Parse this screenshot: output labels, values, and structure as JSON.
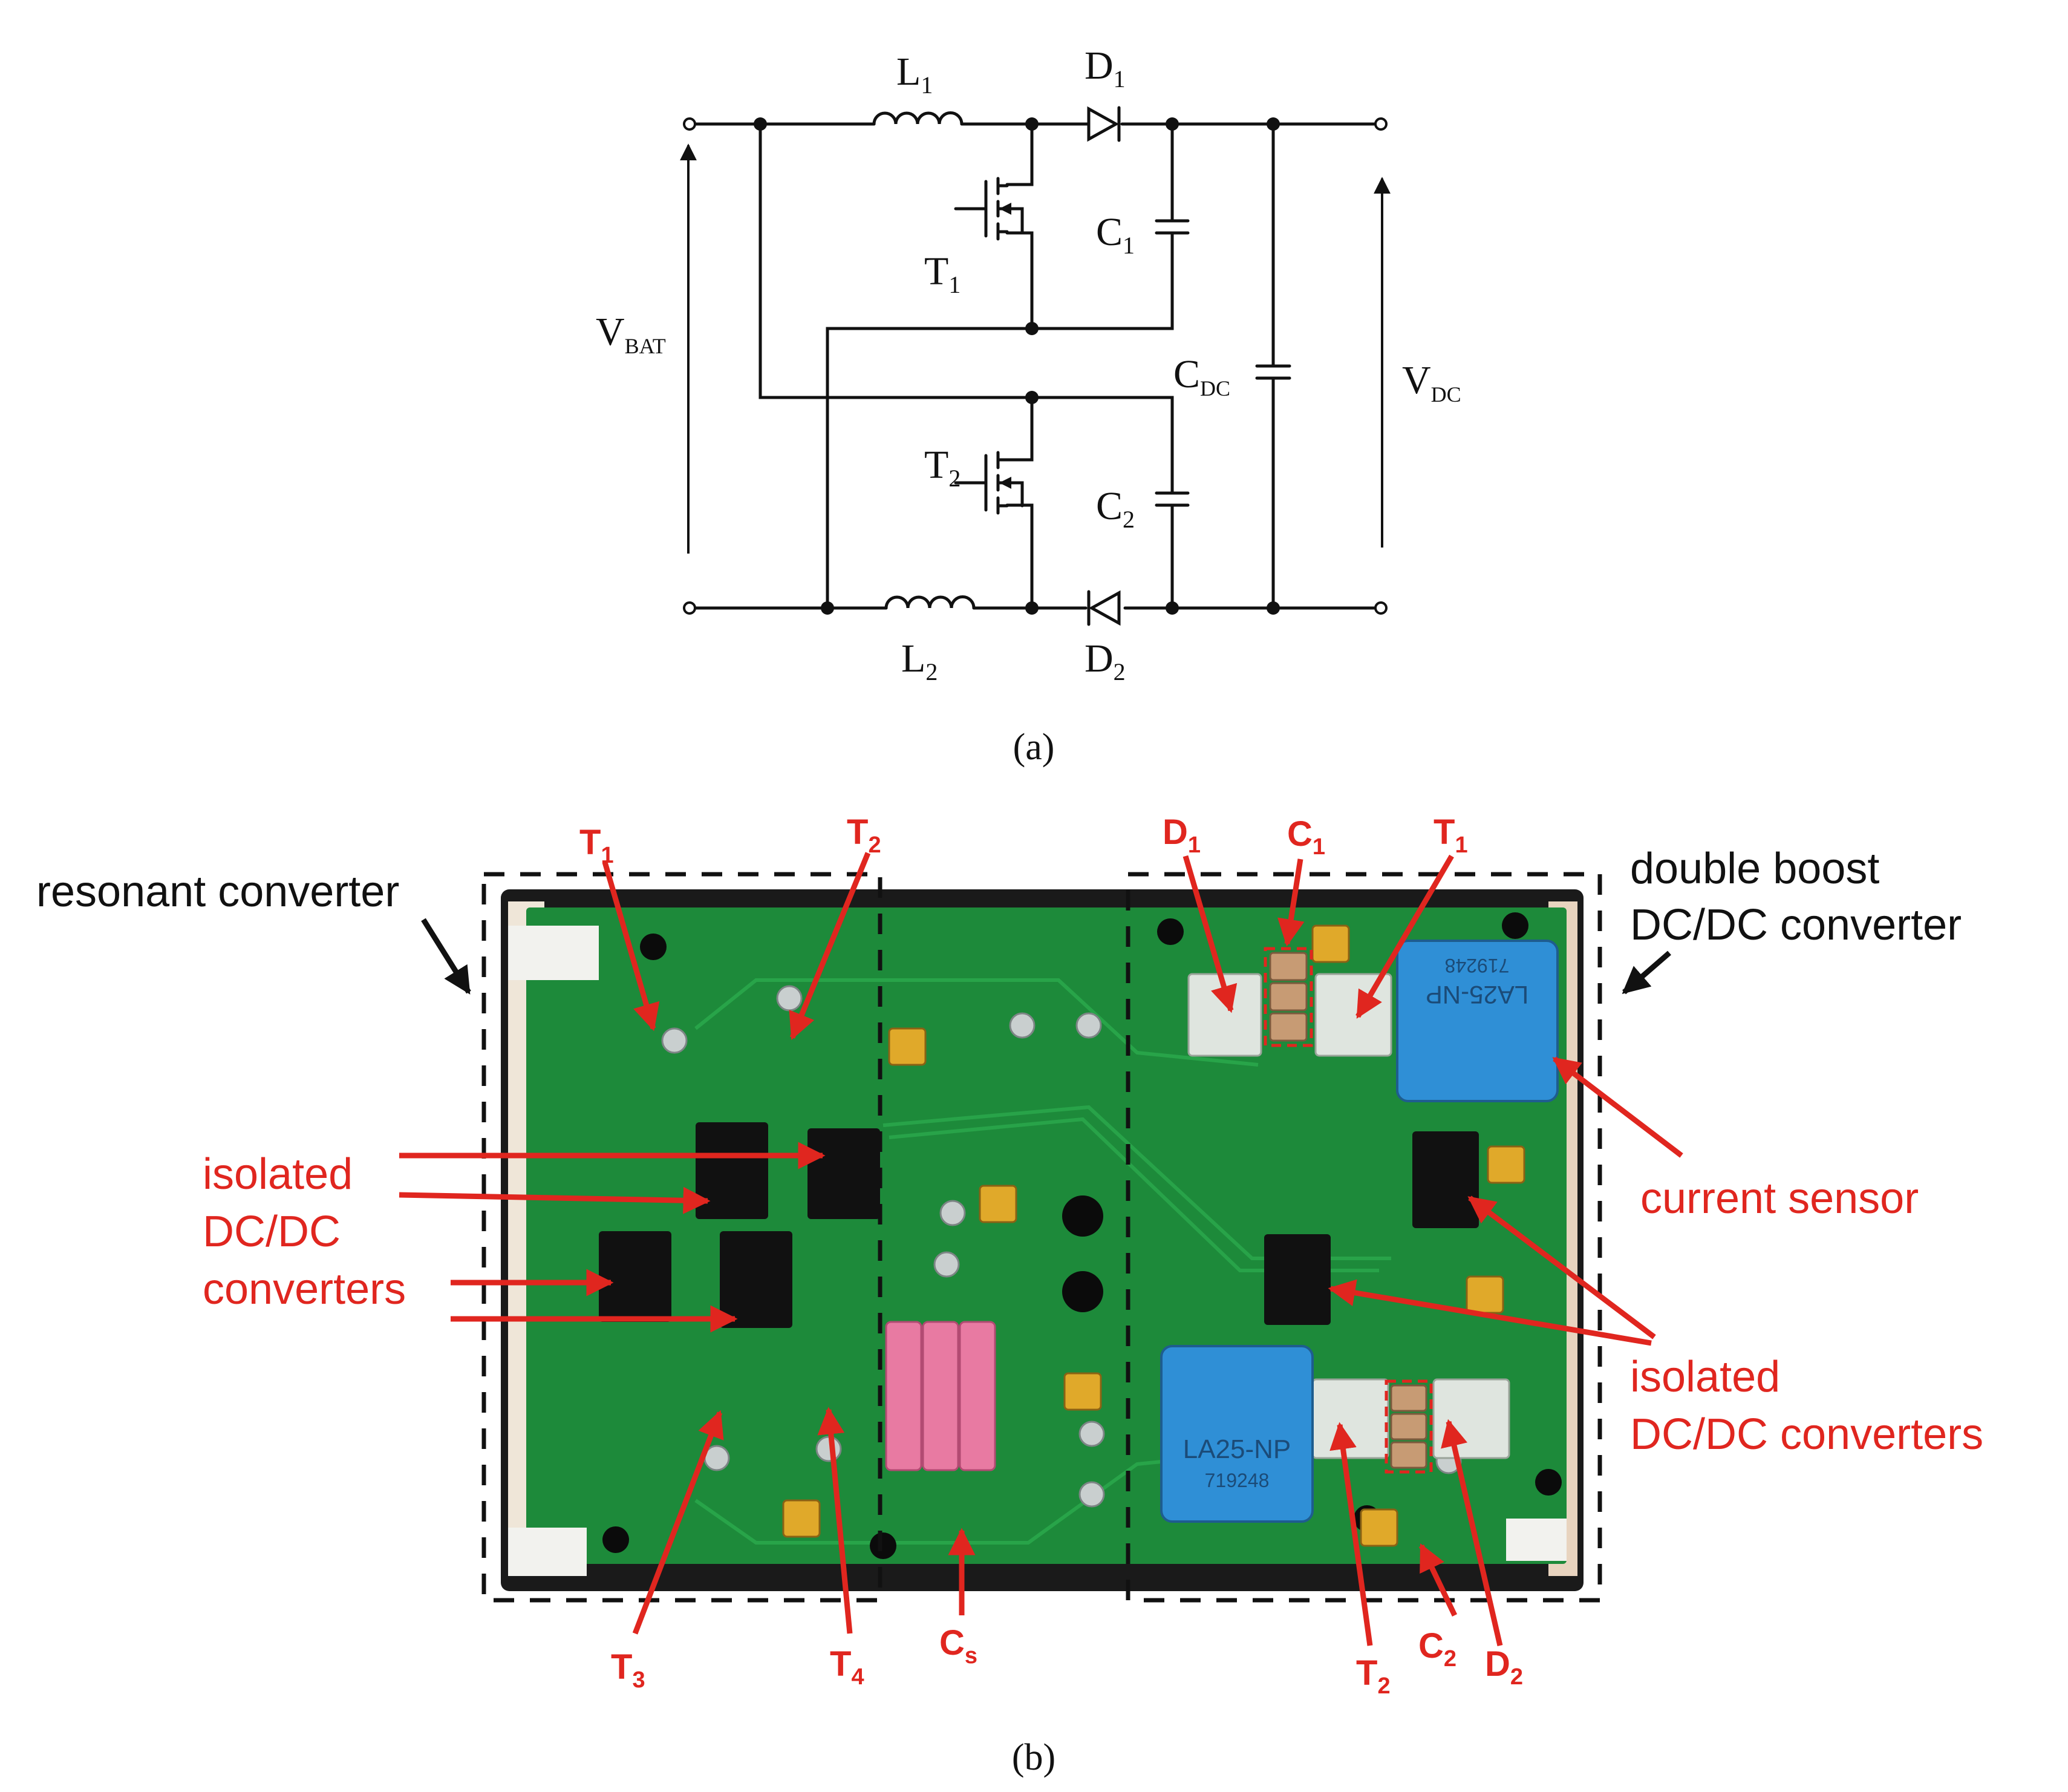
{
  "figure": {
    "caption_a": "(a)",
    "caption_b": "(b)"
  },
  "schematic": {
    "L1": {
      "main": "L",
      "sub": "1"
    },
    "D1": {
      "main": "D",
      "sub": "1"
    },
    "T1": {
      "main": "T",
      "sub": "1"
    },
    "C1": {
      "main": "C",
      "sub": "1"
    },
    "VBAT": {
      "main": "V",
      "sub": "BAT"
    },
    "CDC": {
      "main": "C",
      "sub": "DC"
    },
    "VDC": {
      "main": "V",
      "sub": "DC"
    },
    "T2": {
      "main": "T",
      "sub": "2"
    },
    "C2": {
      "main": "C",
      "sub": "2"
    },
    "L2": {
      "main": "L",
      "sub": "2"
    },
    "D2": {
      "main": "D",
      "sub": "2"
    }
  },
  "photo": {
    "labels": {
      "resonant_converter": "resonant converter",
      "double_boost_line1": "double boost",
      "double_boost_line2": "DC/DC converter",
      "isolated_left_1": "isolated",
      "isolated_left_2": "DC/DC",
      "isolated_left_3": "converters",
      "current_sensor": "current sensor",
      "isolated_right_1": "isolated",
      "isolated_right_2": "DC/DC converters"
    },
    "component_tags": {
      "T1_left": {
        "main": "T",
        "sub": "1"
      },
      "T2_left": {
        "main": "T",
        "sub": "2"
      },
      "T3": {
        "main": "T",
        "sub": "3"
      },
      "T4": {
        "main": "T",
        "sub": "4"
      },
      "Cs": {
        "main": "C",
        "sub": "s"
      },
      "D1": {
        "main": "D",
        "sub": "1"
      },
      "C1": {
        "main": "C",
        "sub": "1"
      },
      "T1_right": {
        "main": "T",
        "sub": "1"
      },
      "T2_right": {
        "main": "T",
        "sub": "2"
      },
      "C2": {
        "main": "C",
        "sub": "2"
      },
      "D2": {
        "main": "D",
        "sub": "2"
      }
    },
    "board_text": {
      "sensor_top": "LA25-NP",
      "sensor_top_code": "719248",
      "sensor_bottom": "LA25-NP",
      "sensor_bottom_code": "719248"
    },
    "colors": {
      "pcb": "#1d8a3a",
      "annotation": "#e0261f",
      "sensor": "#2f8fd6",
      "capacitor": "#e87aa2"
    }
  }
}
